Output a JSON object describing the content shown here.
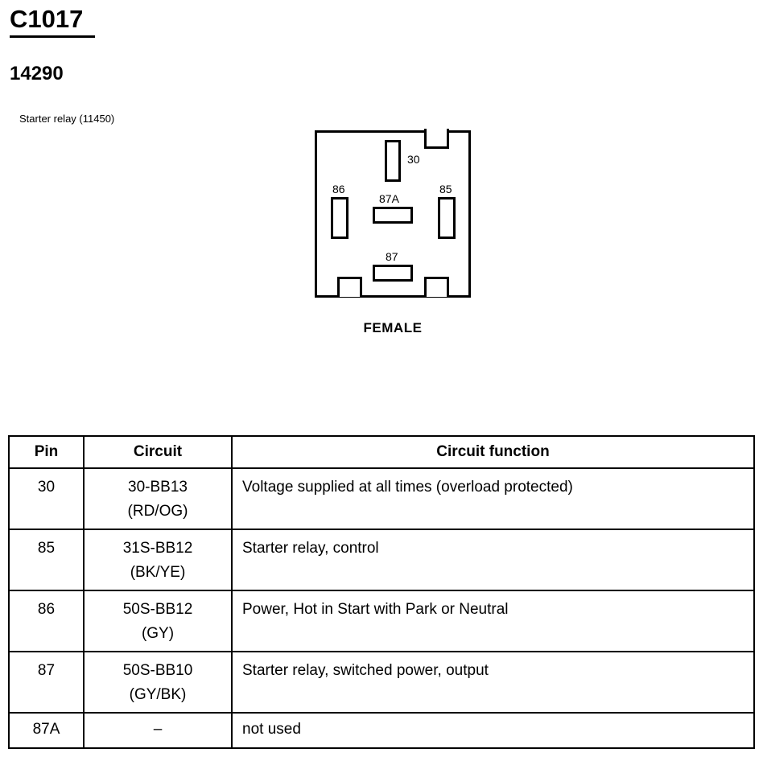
{
  "header": {
    "connector_id": "C1017",
    "part_number": "14290",
    "component_name": "Starter relay (11450)"
  },
  "connector_diagram": {
    "gender_label": "FEMALE",
    "pin_labels": {
      "p30": "30",
      "p86": "86",
      "p85": "85",
      "p87a": "87A",
      "p87": "87"
    }
  },
  "table": {
    "headers": {
      "pin": "Pin",
      "circuit": "Circuit",
      "function": "Circuit function"
    },
    "rows": [
      {
        "pin": "30",
        "circuit_code": "30-BB13",
        "circuit_color": "(RD/OG)",
        "function": "Voltage supplied at all times (overload protected)"
      },
      {
        "pin": "85",
        "circuit_code": "31S-BB12",
        "circuit_color": "(BK/YE)",
        "function": "Starter relay, control"
      },
      {
        "pin": "86",
        "circuit_code": "50S-BB12",
        "circuit_color": "(GY)",
        "function": "Power, Hot in Start with Park or Neutral"
      },
      {
        "pin": "87",
        "circuit_code": "50S-BB10",
        "circuit_color": "(GY/BK)",
        "function": "Starter relay, switched power, output"
      },
      {
        "pin": "87A",
        "circuit_code": "–",
        "circuit_color": "",
        "function": "not used"
      }
    ]
  }
}
